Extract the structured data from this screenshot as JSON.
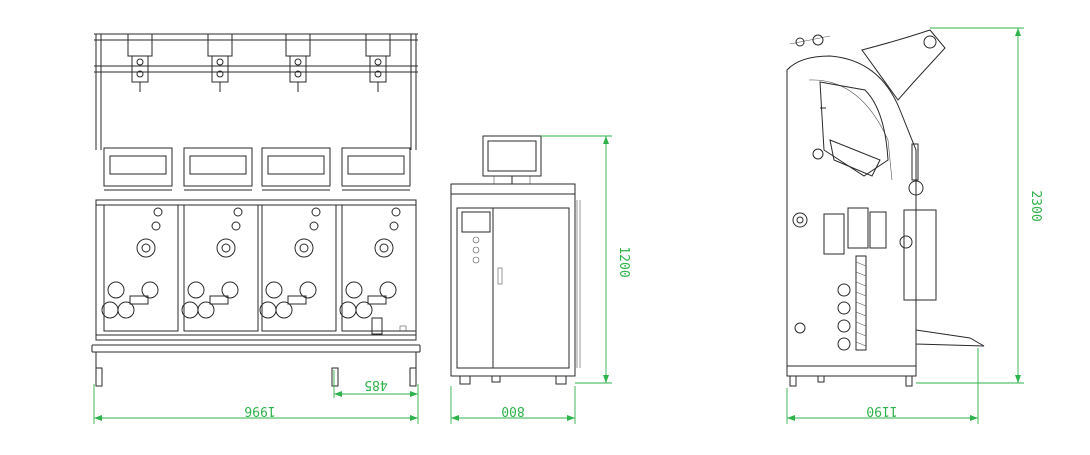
{
  "drawing": {
    "line_color": "#2a2a2a",
    "dimension_color": "#2fb34a",
    "front_view": {
      "width_dim": "1996",
      "module_dim": "485"
    },
    "cabinet_view": {
      "width_dim": "800",
      "height_dim": "1200",
      "screen_label": ""
    },
    "side_view": {
      "width_dim": "1190",
      "height_dim": "2300"
    }
  }
}
